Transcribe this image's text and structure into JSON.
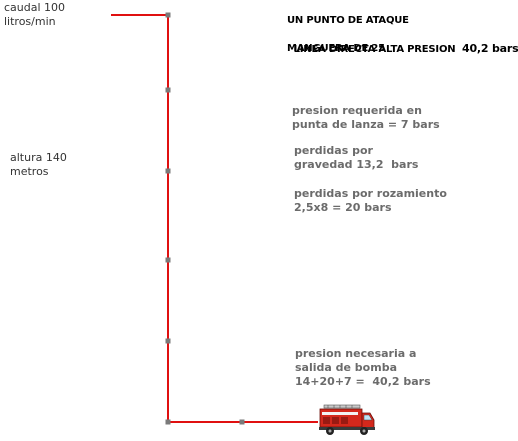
{
  "labels": {
    "flow_rate": "caudal 100\nlitros/min",
    "height": "altura 140\nmetros"
  },
  "header": {
    "line1": "UN PUNTO DE ATAQUE",
    "line2_prefix": "LINEA DIRECTA ALTA PRESION",
    "line2_value": "40,2 bars",
    "line3": "MANGUERA DE 25"
  },
  "notes": {
    "required_pressure": "presion requerida en\npunta de lanza = 7 bars",
    "gravity_loss": "perdidas por\ngravedad 13,2  bars",
    "friction_loss": "perdidas por rozamiento\n2,5x8 = 20 bars",
    "pump_pressure": "presion necesaria a\nsalida de bomba\n14+20+7 =  40,2 bars"
  },
  "colors": {
    "hose": "#e01010",
    "joint": "#7a7a7a",
    "truck_body": "#d4281c",
    "truck_stripe": "#f2f2f2"
  },
  "icons": {
    "truck": "fire-truck-icon"
  }
}
